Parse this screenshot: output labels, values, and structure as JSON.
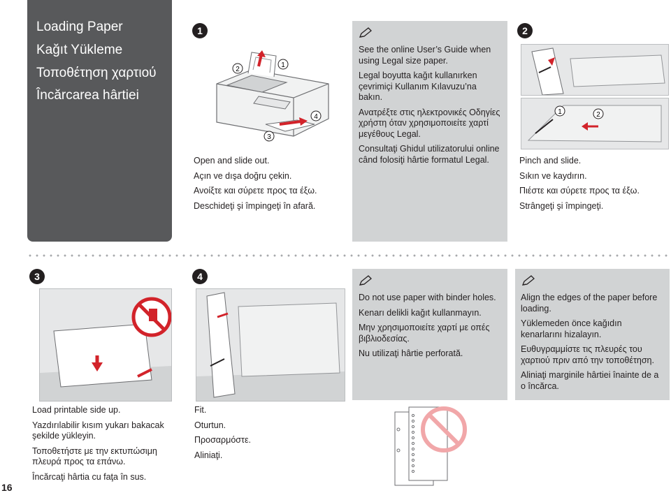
{
  "page_number": "16",
  "title_panel": {
    "titles": [
      "Loading Paper",
      "Kağıt Yükleme",
      "Τοποθέτηση χαρτιού",
      "Încărcarea hârtiei"
    ]
  },
  "step1": {
    "badge": "1",
    "callouts": [
      "2",
      "1",
      "3",
      "4"
    ],
    "lines": [
      "Open and slide out.",
      "Açın ve dışa doğru çekin.",
      "Ανοίξτε και σύρετε προς τα έξω.",
      "Deschideţi şi împingeţi în afară."
    ]
  },
  "note1": {
    "lines": [
      "See the online User’s Guide when using Legal size paper.",
      "Legal boyutta kağıt kullanırken çevrimiçi Kullanım Kılavuzu’na bakın.",
      "Ανατρέξτε στις ηλεκτρονικές Οδηγίες χρήστη όταν χρησιμοποιείτε χαρτί μεγέθους Legal.",
      "Consultaţi Ghidul utilizatorului online când folosiţi hârtie formatul Legal."
    ]
  },
  "step2": {
    "badge": "2",
    "callouts": [
      "1",
      "2"
    ],
    "lines": [
      "Pinch and slide.",
      "Sıkın ve kaydırın.",
      "Πιέστε και σύρετε προς τα έξω.",
      "Strângeţi şi împingeţi."
    ]
  },
  "step3": {
    "badge": "3",
    "lines": [
      "Load printable side up.",
      "Yazdırılabilir kısım yukarı bakacak şekilde yükleyin.",
      "Τοποθετήστε με την εκτυπώσιμη πλευρά προς τα επάνω.",
      "Încărcaţi hârtia cu faţa în sus."
    ]
  },
  "step4": {
    "badge": "4",
    "lines": [
      "Fit.",
      "Oturtun.",
      "Προσαρμόστε.",
      "Aliniaţi."
    ]
  },
  "note2": {
    "lines": [
      "Do not use paper with binder holes.",
      "Kenarı delikli kağıt kullanmayın.",
      "Μην χρησιμοποιείτε χαρτί με οπές βιβλιοδεσίας.",
      "Nu utilizaţi hârtie perforată."
    ]
  },
  "note3": {
    "lines": [
      "Align the edges of the paper before loading.",
      "Yüklemeden önce kağıdın kenarlarını hizalayın.",
      "Ευθυγραμμίστε τις πλευρές του χαρτιού πριν από την τοποθέτηση.",
      "Aliniaţi marginile hârtiei înainte de a o încărca."
    ]
  },
  "colors": {
    "title_panel": "#58595b",
    "note_bg": "#d1d3d4",
    "prohibit_red": "#d2232a"
  },
  "icons": [
    "pencil-note-icon",
    "prohibited-icon"
  ]
}
